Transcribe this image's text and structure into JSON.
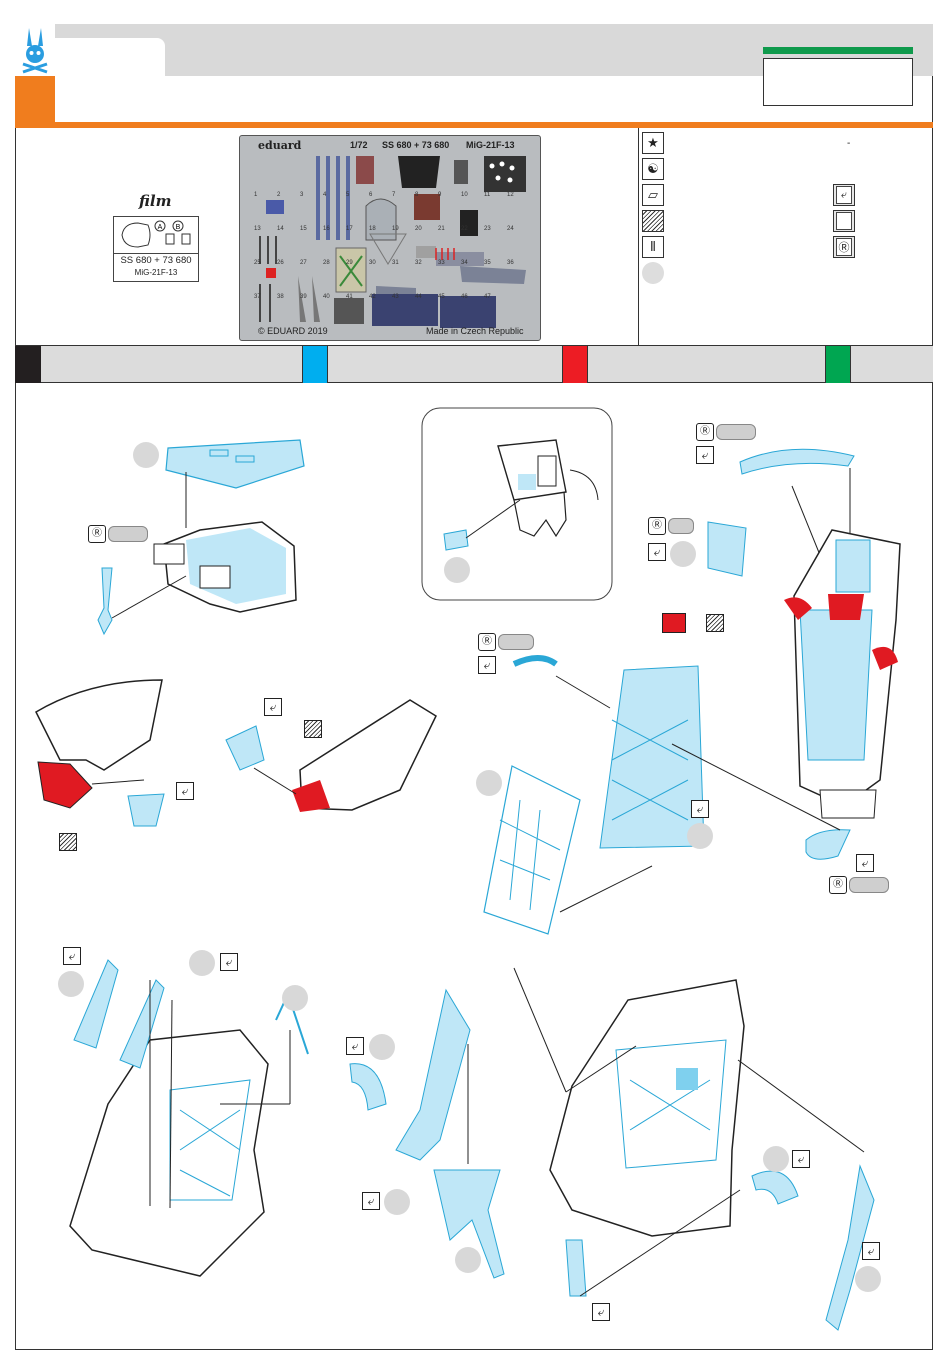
{
  "sheet": {
    "fret_header": {
      "brand": "eduard",
      "scale": "1/72",
      "code": "SS 680 + 73 680",
      "model": "MiG-21F-13"
    },
    "fret_footer": {
      "copyright": "© EDUARD 2019",
      "origin": "Made in Czech Republic"
    },
    "film": {
      "title": "film",
      "marker_a": "A",
      "marker_b": "B",
      "code": "SS 680 + 73 680",
      "model": "MiG-21F-13"
    },
    "legend_mark": "-",
    "fret_numbers": [
      "1",
      "2",
      "3",
      "4",
      "5",
      "6",
      "7",
      "8",
      "9",
      "10",
      "11",
      "12",
      "13",
      "14",
      "15",
      "16",
      "17",
      "18",
      "19",
      "20",
      "21",
      "22",
      "23",
      "24",
      "25",
      "26",
      "27",
      "28",
      "29",
      "30",
      "31",
      "32",
      "33",
      "34",
      "35",
      "36",
      "37",
      "38",
      "39",
      "40",
      "41",
      "42",
      "43",
      "44",
      "45",
      "46",
      "47"
    ]
  },
  "colors": {
    "orange": "#f07d1e",
    "green": "#0f9a4c",
    "photoetch_blue": "#7fd0ee",
    "red": "#e01a22",
    "black_swatch": "#231f20",
    "blue_swatch": "#00aeef",
    "red_swatch": "#ed1c24",
    "green_swatch": "#00a651"
  },
  "icons": [
    "rabbit-skull-logo-icon",
    "star-icon",
    "yin-yang-icon",
    "parallelogram-icon",
    "hatch-icon",
    "drill-icon",
    "bend-icon",
    "blank-icon",
    "r-icon"
  ]
}
